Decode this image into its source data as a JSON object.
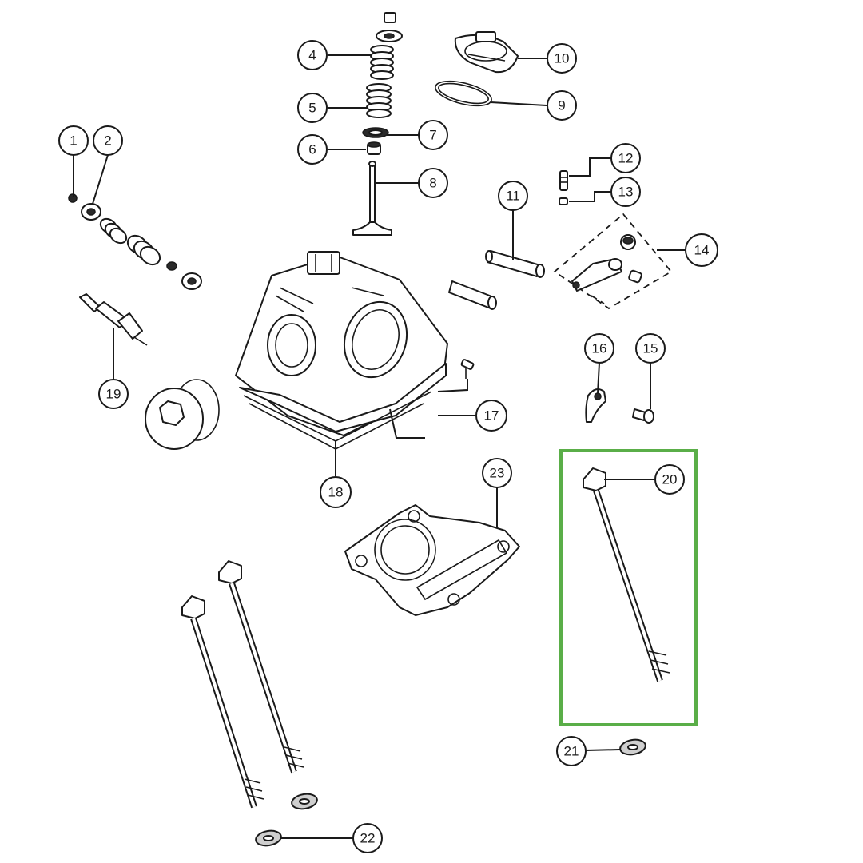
{
  "callouts": [
    {
      "id": "1",
      "label": "1"
    },
    {
      "id": "2",
      "label": "2"
    },
    {
      "id": "4",
      "label": "4"
    },
    {
      "id": "5",
      "label": "5"
    },
    {
      "id": "6",
      "label": "6"
    },
    {
      "id": "7",
      "label": "7"
    },
    {
      "id": "8",
      "label": "8"
    },
    {
      "id": "9",
      "label": "9"
    },
    {
      "id": "10",
      "label": "10"
    },
    {
      "id": "11",
      "label": "11"
    },
    {
      "id": "12",
      "label": "12"
    },
    {
      "id": "13",
      "label": "13"
    },
    {
      "id": "14",
      "label": "14"
    },
    {
      "id": "15",
      "label": "15"
    },
    {
      "id": "16",
      "label": "16"
    },
    {
      "id": "17",
      "label": "17"
    },
    {
      "id": "18",
      "label": "18"
    },
    {
      "id": "19",
      "label": "19"
    },
    {
      "id": "20",
      "label": "20"
    },
    {
      "id": "21",
      "label": "21"
    },
    {
      "id": "22",
      "label": "22"
    },
    {
      "id": "23",
      "label": "23"
    }
  ],
  "highlight": {
    "target": "20",
    "color": "#5aae48"
  }
}
